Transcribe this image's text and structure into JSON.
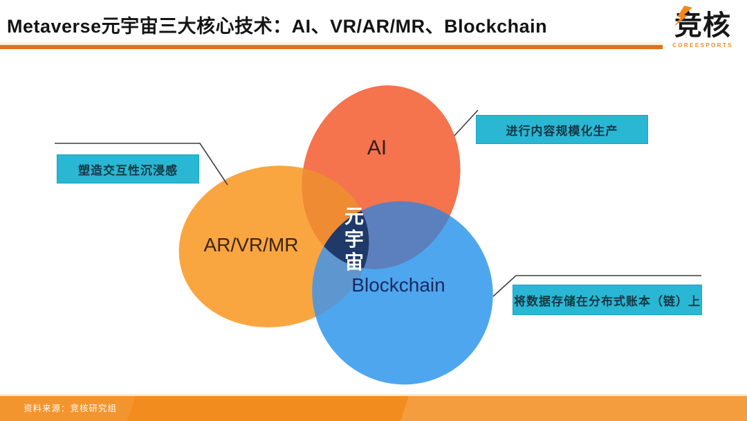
{
  "header": {
    "title": "Metaverse元宇宙三大核心技术：AI、VR/AR/MR、Blockchain",
    "logo": {
      "name": "竞核",
      "tagline": "COREESPORTS"
    }
  },
  "diagram": {
    "circles": [
      {
        "id": "ai",
        "label": "AI",
        "color": "#f5734d"
      },
      {
        "id": "ar-vr-mr",
        "label": "AR/VR/MR",
        "color": "#f9a641"
      },
      {
        "id": "blockchain",
        "label": "Blockchain",
        "color": "#4ea6ee"
      }
    ],
    "overlaps": {
      "ai_ar": "#ef8b33",
      "ai_bc": "#5c80bd",
      "ar_bc": "#5e97d0",
      "center": "#1f3a69"
    },
    "center_label": "元宇宙",
    "callouts": [
      {
        "for": "ai",
        "text": "进行内容规模化生产"
      },
      {
        "for": "ar-vr-mr",
        "text": "塑造交互性沉浸感"
      },
      {
        "for": "blockchain",
        "text": "将数据存储在分布式账本（链）上"
      }
    ]
  },
  "footer": {
    "source": "资料来源：竞核研究组"
  },
  "colors": {
    "divider_orange": "#dd7320",
    "divider_cream": "#fdf2d5",
    "callout_bg": "#29b7d4",
    "footer_bg": "#f28c1e",
    "logo_accent": "#f5861c",
    "connector": "#3c3c3c"
  }
}
